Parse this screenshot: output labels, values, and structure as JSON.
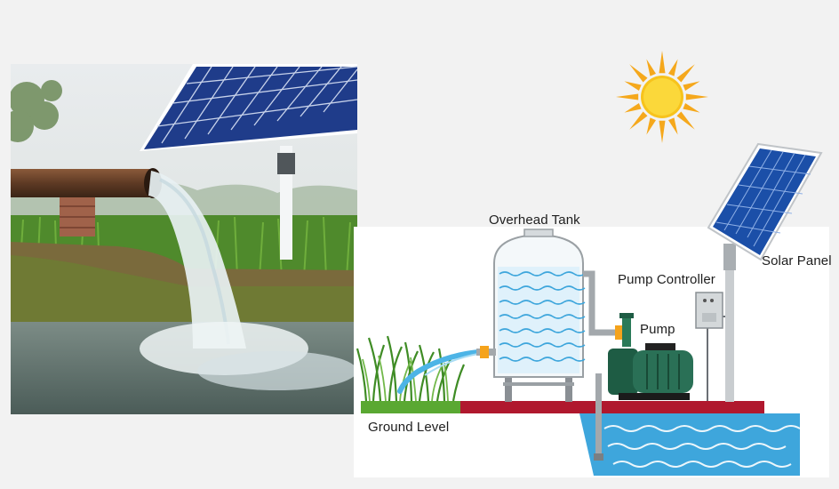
{
  "diagram": {
    "labels": {
      "overhead_tank": "Overhead Tank",
      "pump_controller": "Pump Controller",
      "pump": "Pump",
      "solar_panel": "Solar Panel",
      "ground_level": "Ground Level"
    },
    "colors": {
      "ground_bar": "#b0182e",
      "grass": "#5aa832",
      "water": "#3ea6dc",
      "pump_body": "#1e5c44",
      "sun": "#f7c31c",
      "panel": "#1b4fa8"
    }
  }
}
